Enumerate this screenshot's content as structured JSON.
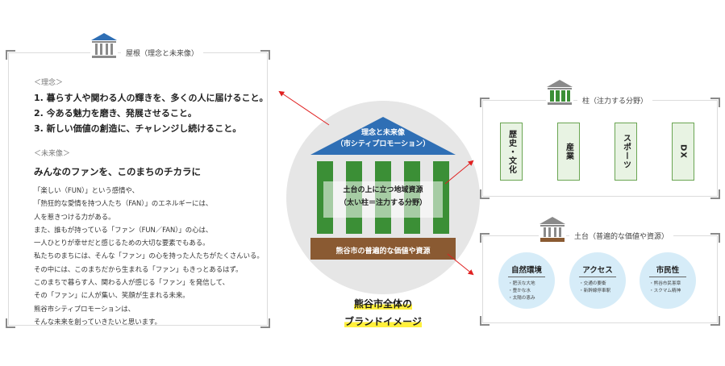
{
  "roof": {
    "title": "屋根（理念と未来像）",
    "ideal_label": "＜理念＞",
    "ideals": [
      "1. 暮らす人や関わる人の輝きを、多くの人に届けること。",
      "2. 今ある魅力を磨き、発展させること。",
      "3. 新しい価値の創造に、チャレンジし続けること。"
    ],
    "vision_label": "＜未来像＞",
    "vision_heading": "みんなのファンを、このまちのチカラに",
    "vision_body": [
      "「楽しい（FUN）」という感情や、",
      "「熱狂的な愛情を持つ人たち（FAN）」のエネルギーには、",
      "人を惹きつける力がある。",
      "また、誰もが持っている「ファン（FUN／FAN）」の心は、",
      "一人ひとりが幸せだと感じるための大切な要素でもある。",
      "私たちのまちには、そんな「ファン」の心を持った人たちがたくさんいる。",
      "その中には、このまちだから生まれる「ファン」もきっとあるはず。",
      "このまちで暮らす人、関わる人が感じる「ファン」を発信して、",
      "その「ファン」に人が集い、笑顔が生まれる未来。",
      "熊谷市シティプロモーションは、",
      "そんな未来を創っていきたいと思います。"
    ]
  },
  "center": {
    "roof_line1": "理念と未来像",
    "roof_line2": "（市シティプロモーション）",
    "pillar_line1": "土台の上に立つ地域資源",
    "pillar_line2": "（太い柱＝注力する分野）",
    "base_label": "熊谷市の普遍的な価値や資源",
    "caption_line1": "熊谷市全体の",
    "caption_line2": "ブランドイメージ"
  },
  "pillars": {
    "title": "柱（注力する分野）",
    "items": [
      "歴史・文化",
      "産業",
      "スポーツ",
      "DX"
    ]
  },
  "foundation": {
    "title": "土台（普遍的な価値や資源）",
    "circles": [
      {
        "title": "自然環境",
        "items": [
          "・肥沃な大地",
          "・豊かな水",
          "・太陽の恵み"
        ]
      },
      {
        "title": "アクセス",
        "items": [
          "・交通の要衝",
          "・新幹線停車駅"
        ]
      },
      {
        "title": "市民性",
        "items": [
          "・熊谷市民憲章",
          "・スクマム精神"
        ]
      }
    ]
  },
  "colors": {
    "roof_blue": "#2f6fb5",
    "pillar_green": "#3b8f36",
    "base_brown": "#8a5a32",
    "circle_gray": "#e6e6e6",
    "arrow_red": "#e02020",
    "highlight_yellow": "#fff03c",
    "bubble_blue": "#d6ecf8"
  }
}
